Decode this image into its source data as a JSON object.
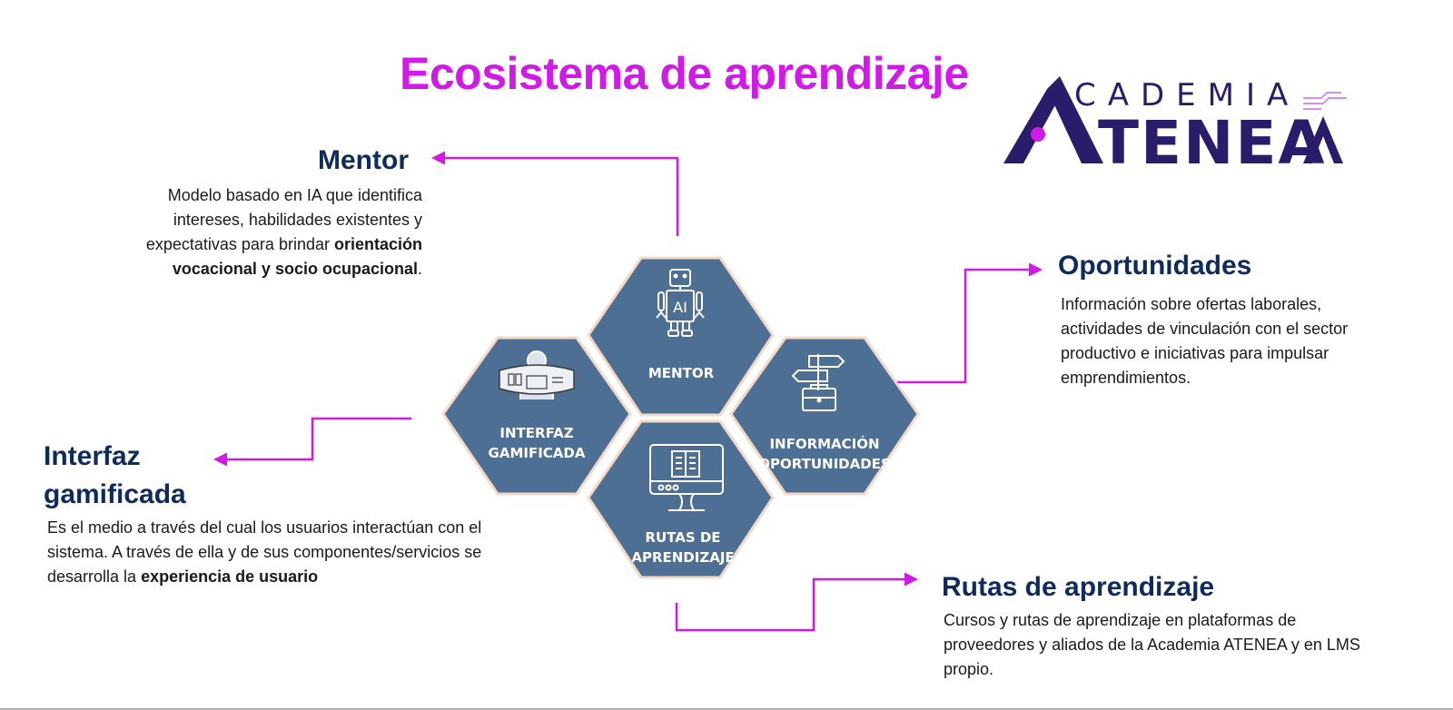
{
  "title": "Ecosistema de aprendizaje",
  "logo": {
    "top_text": "CADEMIA",
    "bottom_text": "TENEA",
    "brand_color": "#2b1b6b",
    "accent_color": "#d21ae8"
  },
  "colors": {
    "title": "#d21ae8",
    "connector": "#d21ae8",
    "hexagon_fill": "#4e6f94",
    "hexagon_border": "#f3d9c6",
    "heading": "#0f2a5c"
  },
  "hexagons": [
    {
      "id": "mentor",
      "label_lines": [
        "MENTOR"
      ],
      "icon": "robot-ai-icon"
    },
    {
      "id": "interfaz",
      "label_lines": [
        "INTERFAZ",
        "GAMIFICADA"
      ],
      "icon": "user-interface-ring-icon"
    },
    {
      "id": "oportunidades",
      "label_lines": [
        "INFORMACIÓN",
        "OPORTUNIDADES"
      ],
      "icon": "signpost-briefcase-icon"
    },
    {
      "id": "rutas",
      "label_lines": [
        "RUTAS DE",
        "APRENDIZAJE"
      ],
      "icon": "monitor-book-icon"
    }
  ],
  "sections": {
    "mentor": {
      "heading": "Mentor",
      "text_1": "Modelo basado en IA que identifica intereses, habilidades existentes y expectativas para brindar ",
      "bold": "orientación vocacional y socio ocupacional",
      "text_2": "."
    },
    "interfaz": {
      "heading_line1": "Interfaz",
      "heading_line2": "gamificada",
      "text_1": "Es el medio a través del cual los usuarios interactúan con el sistema. A través de ella y de sus componentes/servicios se desarrolla la ",
      "bold": "experiencia de usuario",
      "text_2": ""
    },
    "oportunidades": {
      "heading": "Oportunidades",
      "text": "Información sobre ofertas laborales, actividades de vinculación con el sector productivo e iniciativas para impulsar emprendimientos."
    },
    "rutas": {
      "heading": "Rutas de aprendizaje",
      "text": "Cursos y rutas de aprendizaje en plataformas de proveedores y aliados de la Academia ATENEA y en LMS propio."
    }
  }
}
